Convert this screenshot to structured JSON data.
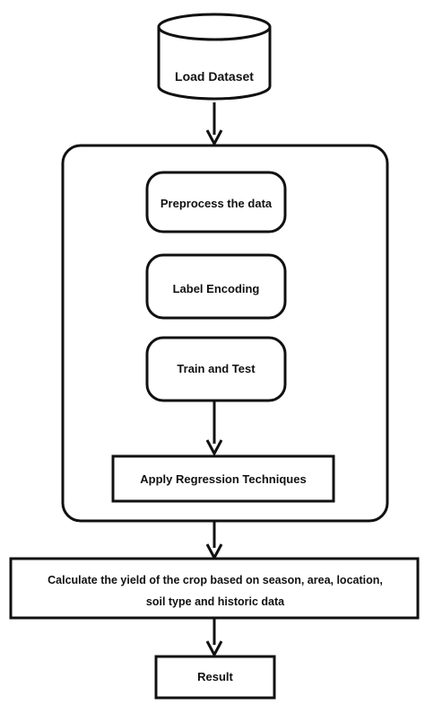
{
  "diagram": {
    "nodes": {
      "load_dataset": {
        "label": "Load Dataset",
        "shape": "cylinder"
      },
      "preprocess": {
        "label": "Preprocess the data",
        "shape": "rounded-rect"
      },
      "label_encoding": {
        "label": "Label Encoding",
        "shape": "rounded-rect"
      },
      "train_test": {
        "label": "Train and Test",
        "shape": "rounded-rect"
      },
      "apply_regression": {
        "label": "Apply Regression Techniques",
        "shape": "rect"
      },
      "calculate_yield": {
        "label_line1": "Calculate the yield of the crop based on season, area, location,",
        "label_line2": "soil type and historic data",
        "shape": "rect"
      },
      "result": {
        "label": "Result",
        "shape": "rect"
      }
    },
    "edges": [
      {
        "from": "load_dataset",
        "to": "processing_group"
      },
      {
        "from": "train_test",
        "to": "apply_regression"
      },
      {
        "from": "processing_group",
        "to": "calculate_yield"
      },
      {
        "from": "calculate_yield",
        "to": "result"
      }
    ],
    "colors": {
      "stroke": "#111111",
      "text": "#111111",
      "background": "#ffffff"
    }
  }
}
